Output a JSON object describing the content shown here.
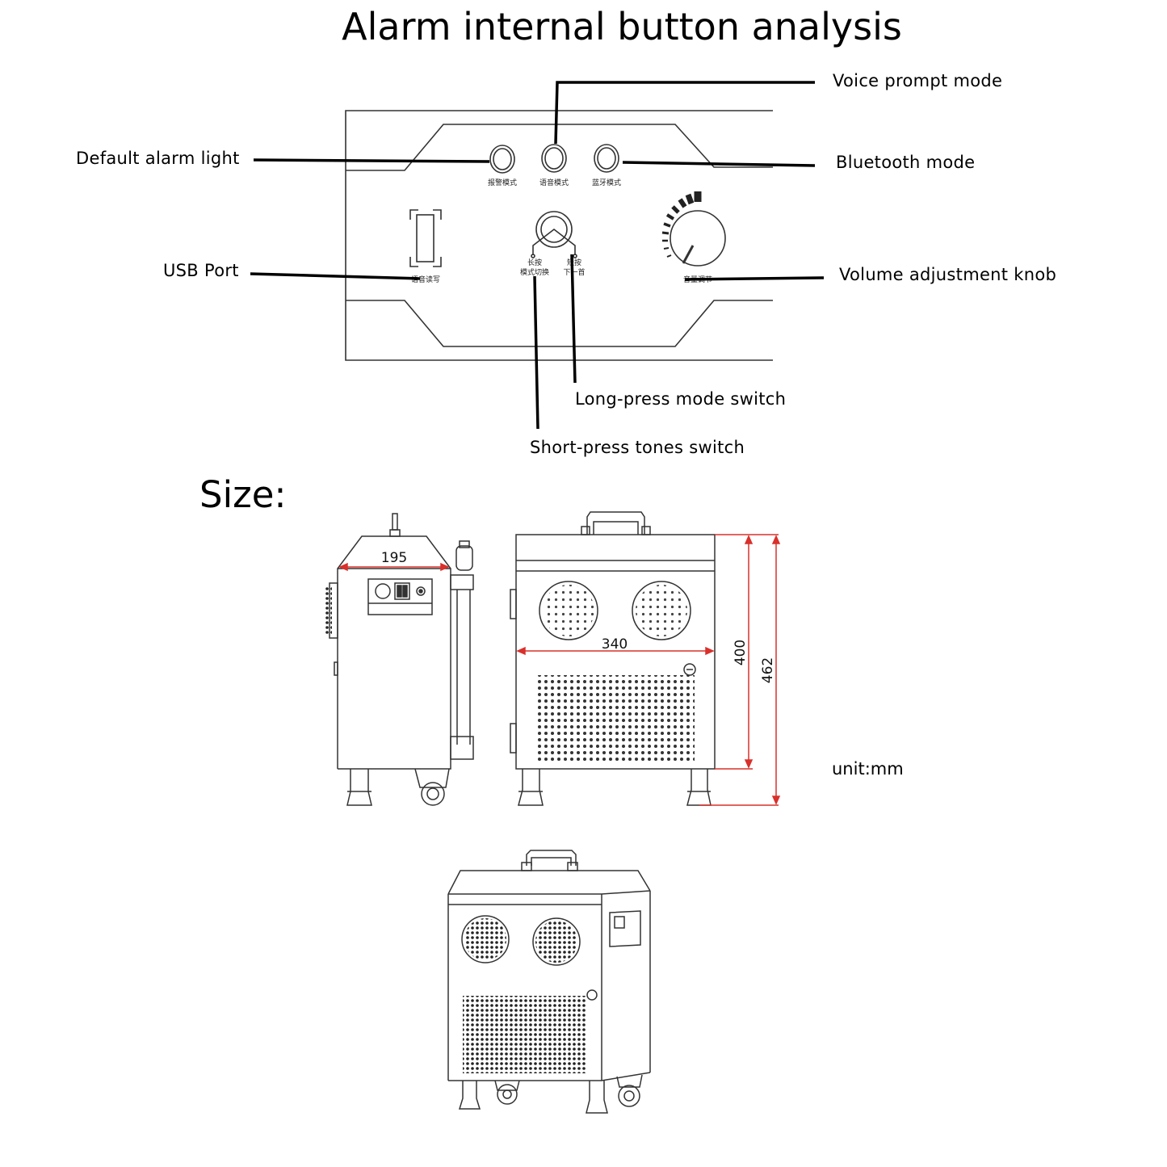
{
  "title": "Alarm internal button analysis",
  "callouts": {
    "voice_prompt_mode": "Voice prompt mode",
    "bluetooth_mode": "Bluetooth mode",
    "default_alarm_light": "Default alarm light",
    "usb_port": "USB Port",
    "volume_knob": "Volume adjustment knob",
    "long_press": "Long-press mode switch",
    "short_press": "Short-press tones switch"
  },
  "panel_labels": {
    "alarm_mode": "报警模式",
    "voice_mode": "语音模式",
    "bluetooth_mode": "蓝牙模式",
    "long_press_line1": "长按",
    "long_press_line2": "模式切换",
    "short_press_line1": "短按",
    "short_press_line2": "下一首",
    "usb": "语音读写",
    "volume": "音量调节"
  },
  "size_heading": "Size:",
  "dimensions": {
    "depth": "195",
    "width": "340",
    "body_height": "400",
    "total_height": "462"
  },
  "unit": "unit:mm"
}
